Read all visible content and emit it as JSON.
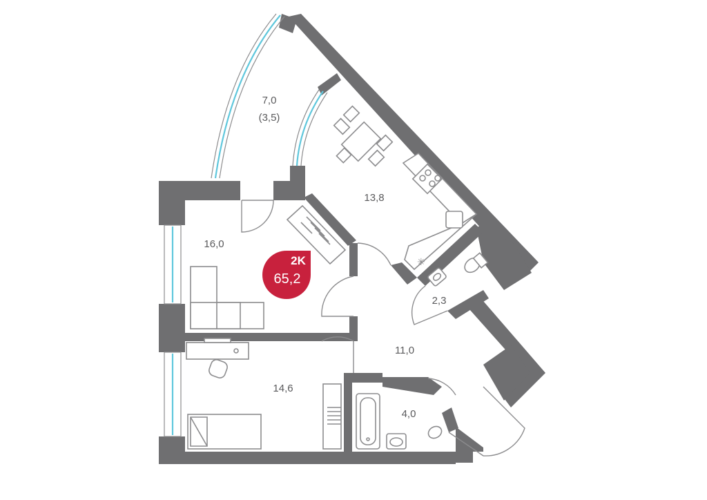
{
  "apartment": {
    "type": "2K",
    "total_area": "65,2",
    "badge_color": "#c8213d"
  },
  "rooms": {
    "balcony": {
      "area": "7,0",
      "reduced_area": "(3,5)"
    },
    "kitchen": {
      "area": "13,8"
    },
    "living_room": {
      "area": "16,0"
    },
    "bedroom": {
      "area": "14,6"
    },
    "hallway": {
      "area": "11,0"
    },
    "wc": {
      "area": "2,3"
    },
    "bathroom": {
      "area": "4,0"
    }
  },
  "colors": {
    "wall": "#6f6f71",
    "window_glass": "#5fc7dc",
    "furniture_line": "#8c8c8e"
  }
}
